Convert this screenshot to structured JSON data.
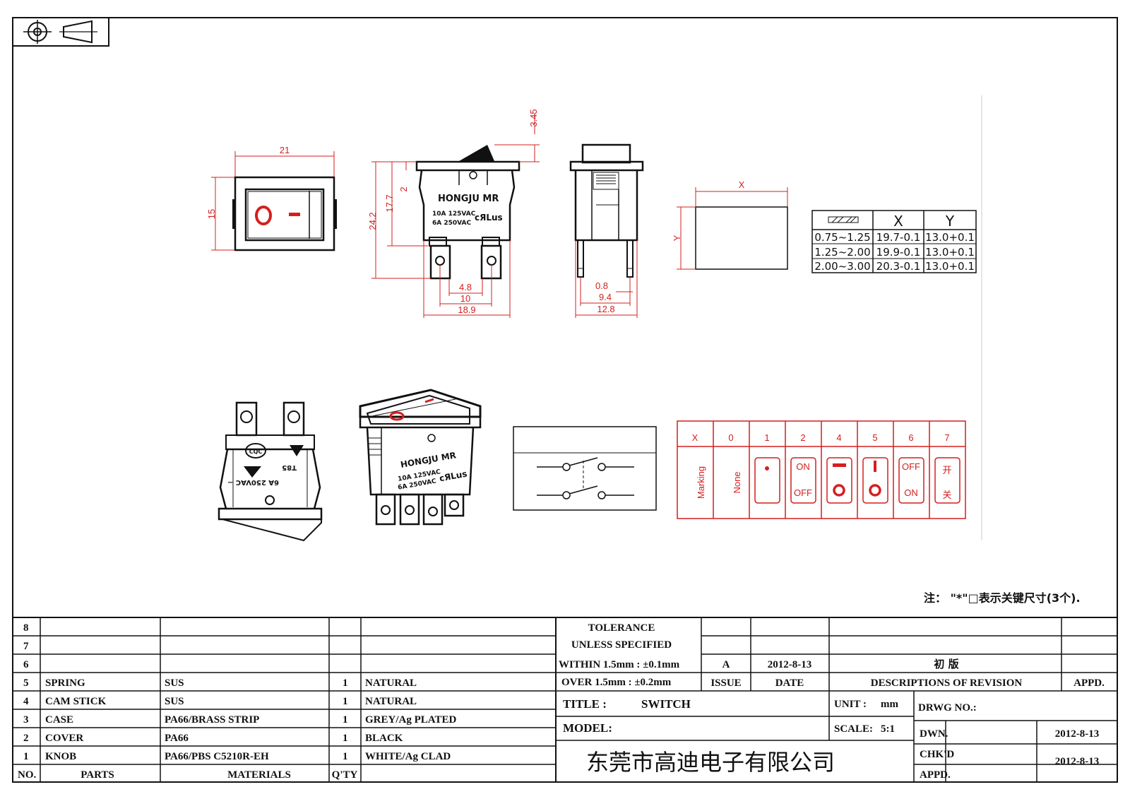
{
  "colors": {
    "dimension": "#d41f1f",
    "ink": "#111111",
    "paper": "#ffffff"
  },
  "front_view": {
    "width_dim": "21",
    "height_dim": "15"
  },
  "side_view": {
    "dim_top": "3.45",
    "dim_2": "2",
    "dim_17_7": "17.7",
    "dim_24_2": "24.2",
    "dim_4_8": "4.8",
    "dim_10": "10",
    "dim_18_9": "18.9",
    "brand": "HONGJU MR",
    "rating_1": "10A 125VAC",
    "rating_2": "6A 250VAC",
    "cert": "cЯLus"
  },
  "end_view": {
    "dim_0_8": "0.8",
    "dim_9_4": "9.4",
    "dim_12_8": "12.8"
  },
  "cutout": {
    "x_label": "X",
    "y_label": "Y"
  },
  "cutout_table": {
    "headers": [
      "",
      "X",
      "Y"
    ],
    "rows": [
      [
        "0.75~1.25",
        "19.7-0.1",
        "13.0+0.1"
      ],
      [
        "1.25~2.00",
        "19.9-0.1",
        "13.0+0.1"
      ],
      [
        "2.00~3.00",
        "20.3-0.1",
        "13.0+0.1"
      ]
    ]
  },
  "bottom_iso": {
    "rating": "6A 250VAC ~",
    "code": "T85"
  },
  "marking_table": {
    "codes": [
      "X",
      "0",
      "1",
      "2",
      "4",
      "5",
      "6",
      "7"
    ],
    "first_label": "Marking",
    "none_label": "None",
    "code2_top": "ON",
    "code2_bottom": "OFF",
    "code6_top": "OFF",
    "code6_bottom": "ON",
    "code7_top": "开",
    "code7_bottom": "关"
  },
  "note": "注： \"*\"□表示关键尺寸(3个).",
  "bom": {
    "rows": [
      {
        "no": "8",
        "part": "",
        "material": "",
        "qty": "",
        "finish": ""
      },
      {
        "no": "7",
        "part": "",
        "material": "",
        "qty": "",
        "finish": ""
      },
      {
        "no": "6",
        "part": "",
        "material": "",
        "qty": "",
        "finish": ""
      },
      {
        "no": "5",
        "part": "SPRING",
        "material": "SUS",
        "qty": "1",
        "finish": "NATURAL"
      },
      {
        "no": "4",
        "part": "CAM STICK",
        "material": "SUS",
        "qty": "1",
        "finish": "NATURAL"
      },
      {
        "no": "3",
        "part": "CASE",
        "material": "PA66/BRASS STRIP",
        "qty": "1",
        "finish": "GREY/Ag PLATED"
      },
      {
        "no": "2",
        "part": "COVER",
        "material": "PA66",
        "qty": "1",
        "finish": "BLACK"
      },
      {
        "no": "1",
        "part": "KNOB",
        "material": "PA66/PBS C5210R-EH",
        "qty": "1",
        "finish": "WHITE/Ag CLAD"
      }
    ],
    "head_no": "NO.",
    "head_parts": "PARTS",
    "head_materials": "MATERIALS",
    "head_qty": "Q'TY"
  },
  "title_block": {
    "tolerance_1": "TOLERANCE",
    "tolerance_2": "UNLESS  SPECIFIED",
    "tolerance_3": "WITHIN 1.5mm : ±0.1mm",
    "tolerance_4": "OVER 1.5mm : ±0.2mm",
    "issue_val": "A",
    "date_val": "2012-8-13",
    "desc_val": "初  版",
    "issue_head": "ISSUE",
    "date_head": "DATE",
    "desc_head": "DESCRIPTIONS OF REVISION",
    "appd_head": "APPD.",
    "title_label": "TITLE :",
    "title_val": "SWITCH",
    "unit_label": "UNIT :",
    "unit_val": "mm",
    "drwg_label": "DRWG NO.:",
    "model_label": "MODEL:",
    "scale_label": "SCALE:",
    "scale_val": "5:1",
    "dwn_label": "DWN.",
    "dwn_date": "2012-8-13",
    "chkd_label": "CHK'D",
    "chkd_date": "2012-8-13",
    "appd_label": "APPD.",
    "company": "东莞市高迪电子有限公司"
  }
}
